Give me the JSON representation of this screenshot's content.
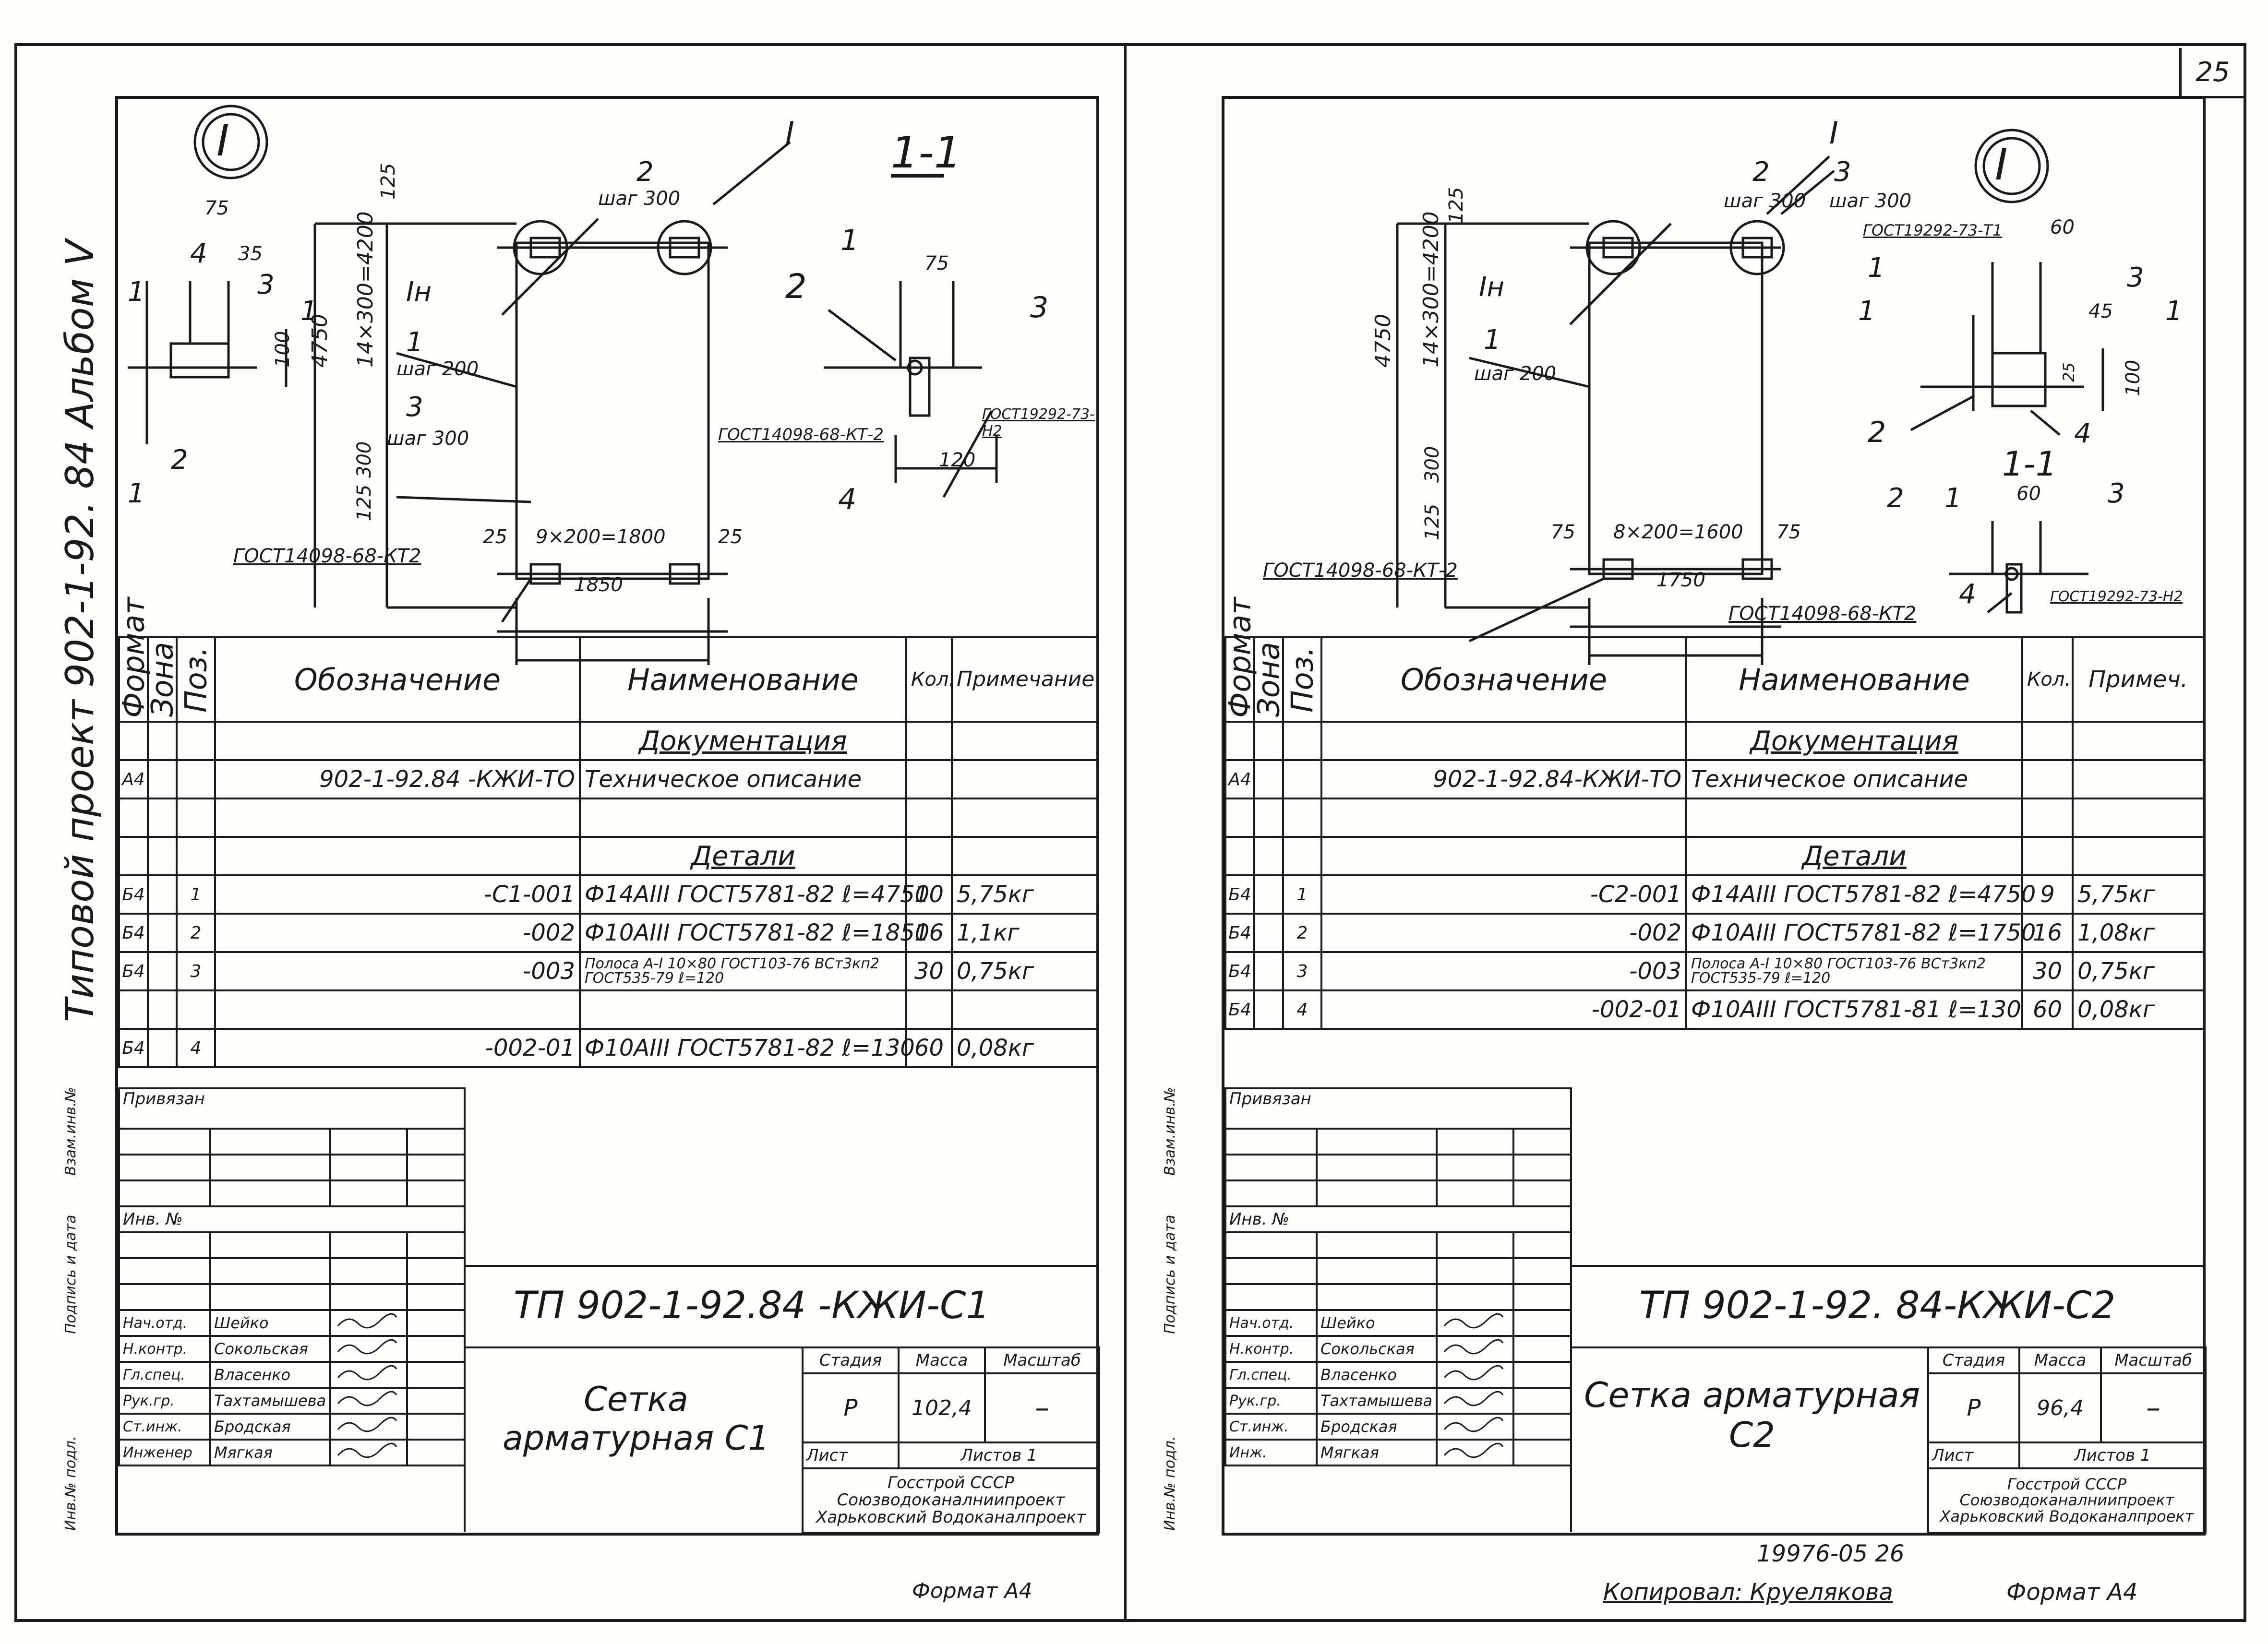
{
  "page_number": "25",
  "side_label": "Типовой проект 902-1-92. 84    Альбом V",
  "left_sheet": {
    "detail_label": "I",
    "section_label": "1-1",
    "dims": {
      "d75": "75",
      "d35": "35",
      "d4750": "4750",
      "d100": "100",
      "d14x300": "14×300=4200",
      "d125a": "125",
      "d125b": "125",
      "d300": "300",
      "d25a": "25",
      "d9x200": "9×200=1800",
      "d25b": "25",
      "d1850": "1850",
      "d75s": "75",
      "d120": "120"
    },
    "labels": {
      "pos2": "2",
      "step300a": "шаг 300",
      "pos1": "1",
      "step200": "шаг 200",
      "pos3": "3",
      "step300b": "шаг 300",
      "in": "Iн",
      "topI": "I",
      "gost_kt2": "ГОСТ14098-68-КТ2",
      "sec_pos1": "1",
      "sec_pos2": "2",
      "sec_pos3": "3",
      "sec_pos4": "4",
      "gost_kt2b": "ГОСТ14098-68-КТ-2",
      "gost19292": "ГОСТ19292-73-Н2",
      "det_pos4": "4",
      "det_pos3": "3",
      "det_pos2": "2",
      "det_pos1a": "1",
      "det_pos1b": "1",
      "det_1": "1"
    },
    "spec": {
      "headers": {
        "format": "Формат",
        "zone": "Зона",
        "pos": "Поз.",
        "designation": "Обозначение",
        "name": "Наименование",
        "qty": "Кол.",
        "note": "Примечание"
      },
      "rows": [
        {
          "format": "",
          "zone": "",
          "pos": "",
          "designation": "",
          "name": "Документация",
          "qty": "",
          "note": "",
          "center": true
        },
        {
          "format": "А4",
          "zone": "",
          "pos": "",
          "designation": "902-1-92.84 -КЖИ-ТО",
          "name": "Техническое описание",
          "qty": "",
          "note": ""
        },
        {
          "format": "",
          "zone": "",
          "pos": "",
          "designation": "",
          "name": "",
          "qty": "",
          "note": ""
        },
        {
          "format": "",
          "zone": "",
          "pos": "",
          "designation": "",
          "name": "Детали",
          "qty": "",
          "note": "",
          "center": true
        },
        {
          "format": "Б4",
          "zone": "",
          "pos": "1",
          "designation": "-С1-001",
          "name": "Ф14АIII ГОСТ5781-82 ℓ=4750",
          "qty": "10",
          "note": "5,75кг"
        },
        {
          "format": "Б4",
          "zone": "",
          "pos": "2",
          "designation": "-002",
          "name": "Ф10АIII ГОСТ5781-82 ℓ=1850",
          "qty": "16",
          "note": "1,1кг"
        },
        {
          "format": "Б4",
          "zone": "",
          "pos": "3",
          "designation": "-003",
          "name": "Полоса А-I 10×80 ГОСТ103-76 ВСт3кп2 ГОСТ535-79 ℓ=120",
          "qty": "30",
          "note": "0,75кг"
        },
        {
          "format": "",
          "zone": "",
          "pos": "",
          "designation": "",
          "name": "",
          "qty": "",
          "note": ""
        },
        {
          "format": "Б4",
          "zone": "",
          "pos": "4",
          "designation": "-002-01",
          "name": "Ф10АIII ГОСТ5781-82 ℓ=130",
          "qty": "60",
          "note": "0,08кг"
        }
      ]
    },
    "title_block": {
      "attached": "Привязан",
      "inv_no": "Инв. №",
      "code": "ТП 902-1-92.84 -КЖИ-С1",
      "title": "Сетка арматурная С1",
      "stage_h": "Стадия",
      "mass_h": "Масса",
      "scale_h": "Масштаб",
      "stage": "Р",
      "mass": "102,4",
      "scale": "–",
      "sheet_h": "Лист",
      "sheets_h": "Листов 1",
      "org": "Госстрой СССР Союзводоканалниипроект Харьковский Водоканалпроект",
      "people": [
        {
          "role": "Нач.отд.",
          "name": "Шейко"
        },
        {
          "role": "Н.контр.",
          "name": "Сокольская"
        },
        {
          "role": "Гл.спец.",
          "name": "Власенко"
        },
        {
          "role": "Рук.гр.",
          "name": "Тахтамышева"
        },
        {
          "role": "Ст.инж.",
          "name": "Бродская"
        },
        {
          "role": "Инженер",
          "name": "Мягкая"
        }
      ],
      "side_labels": [
        "Инв.№ подл.",
        "Подпись и дата",
        "Взам.инв.№"
      ]
    },
    "format": "Формат А4"
  },
  "right_sheet": {
    "detail_label": "I",
    "dims": {
      "d125": "125",
      "d4750": "4750",
      "d14x300": "14×300=4200",
      "d300": "300",
      "d125b": "125",
      "d75a": "75",
      "d8x200": "8×200=1600",
      "d75b": "75",
      "d1750": "1750",
      "d60": "60",
      "d45": "45",
      "d100": "100",
      "d25": "25",
      "d60b": "60"
    },
    "labels": {
      "pos2": "2",
      "step300a": "шаг 300",
      "pos3": "3",
      "step300b": "шаг 300",
      "pos1": "1",
      "step200": "шаг 200",
      "in": "Iн",
      "topI": "I",
      "gost19292": "ГОСТ19292-73-Т1",
      "det_pos1": "1",
      "det_pos3": "3",
      "det_pos2": "2",
      "det_pos4": "4",
      "det_1a": "1",
      "det_1b": "1",
      "sec11": "1-1",
      "sec_pos2": "2",
      "sec_pos1": "1",
      "sec_pos3": "3",
      "sec_pos4": "4",
      "gost19292b": "ГОСТ19292-73-Н2",
      "gost_kt2a": "ГОСТ14098-68-КТ-2",
      "gost_kt2b": "ГОСТ14098-68-КТ2"
    },
    "spec": {
      "headers": {
        "format": "Формат",
        "zone": "Зона",
        "pos": "Поз.",
        "designation": "Обозначение",
        "name": "Наименование",
        "qty": "Кол.",
        "note": "Примеч."
      },
      "rows": [
        {
          "format": "",
          "zone": "",
          "pos": "",
          "designation": "",
          "name": "Документация",
          "qty": "",
          "note": "",
          "center": true
        },
        {
          "format": "А4",
          "zone": "",
          "pos": "",
          "designation": "902-1-92.84-КЖИ-ТО",
          "name": "Техническое описание",
          "qty": "",
          "note": ""
        },
        {
          "format": "",
          "zone": "",
          "pos": "",
          "designation": "",
          "name": "",
          "qty": "",
          "note": ""
        },
        {
          "format": "",
          "zone": "",
          "pos": "",
          "designation": "",
          "name": "Детали",
          "qty": "",
          "note": "",
          "center": true
        },
        {
          "format": "Б4",
          "zone": "",
          "pos": "1",
          "designation": "-С2-001",
          "name": "Ф14АIII ГОСТ5781-82 ℓ=4750",
          "qty": "9",
          "note": "5,75кг"
        },
        {
          "format": "Б4",
          "zone": "",
          "pos": "2",
          "designation": "-002",
          "name": "Ф10АIII ГОСТ5781-82 ℓ=1750",
          "qty": "16",
          "note": "1,08кг"
        },
        {
          "format": "Б4",
          "zone": "",
          "pos": "3",
          "designation": "-003",
          "name": "Полоса А-I 10×80 ГОСТ103-76 ВСт3кп2 ГОСТ535-79 ℓ=120",
          "qty": "30",
          "note": "0,75кг"
        },
        {
          "format": "Б4",
          "zone": "",
          "pos": "4",
          "designation": "-002-01",
          "name": "Ф10АIII ГОСТ5781-81 ℓ=130",
          "qty": "60",
          "note": "0,08кг"
        }
      ]
    },
    "title_block": {
      "attached": "Привязан",
      "inv_no": "Инв. №",
      "code": "ТП 902-1-92. 84-КЖИ-С2",
      "title": "Сетка арматурная С2",
      "stage_h": "Стадия",
      "mass_h": "Масса",
      "scale_h": "Масштаб",
      "stage": "Р",
      "mass": "96,4",
      "scale": "–",
      "sheet_h": "Лист",
      "sheets_h": "Листов 1",
      "org": "Госстрой СССР Союзводоканалниипроект Харьковский Водоканалпроект",
      "people": [
        {
          "role": "Нач.отд.",
          "name": "Шейко"
        },
        {
          "role": "Н.контр.",
          "name": "Сокольская"
        },
        {
          "role": "Гл.спец.",
          "name": "Власенко"
        },
        {
          "role": "Рук.гр.",
          "name": "Тахтамышева"
        },
        {
          "role": "Ст.инж.",
          "name": "Бродская"
        },
        {
          "role": "Инж.",
          "name": "Мягкая"
        }
      ],
      "side_labels": [
        "Инв.№ подл.",
        "Подпись и дата",
        "Взам.инв.№"
      ]
    },
    "stamp": "19976-05 26",
    "copied": "Копировал: Круелякова",
    "format": "Формат А4"
  }
}
